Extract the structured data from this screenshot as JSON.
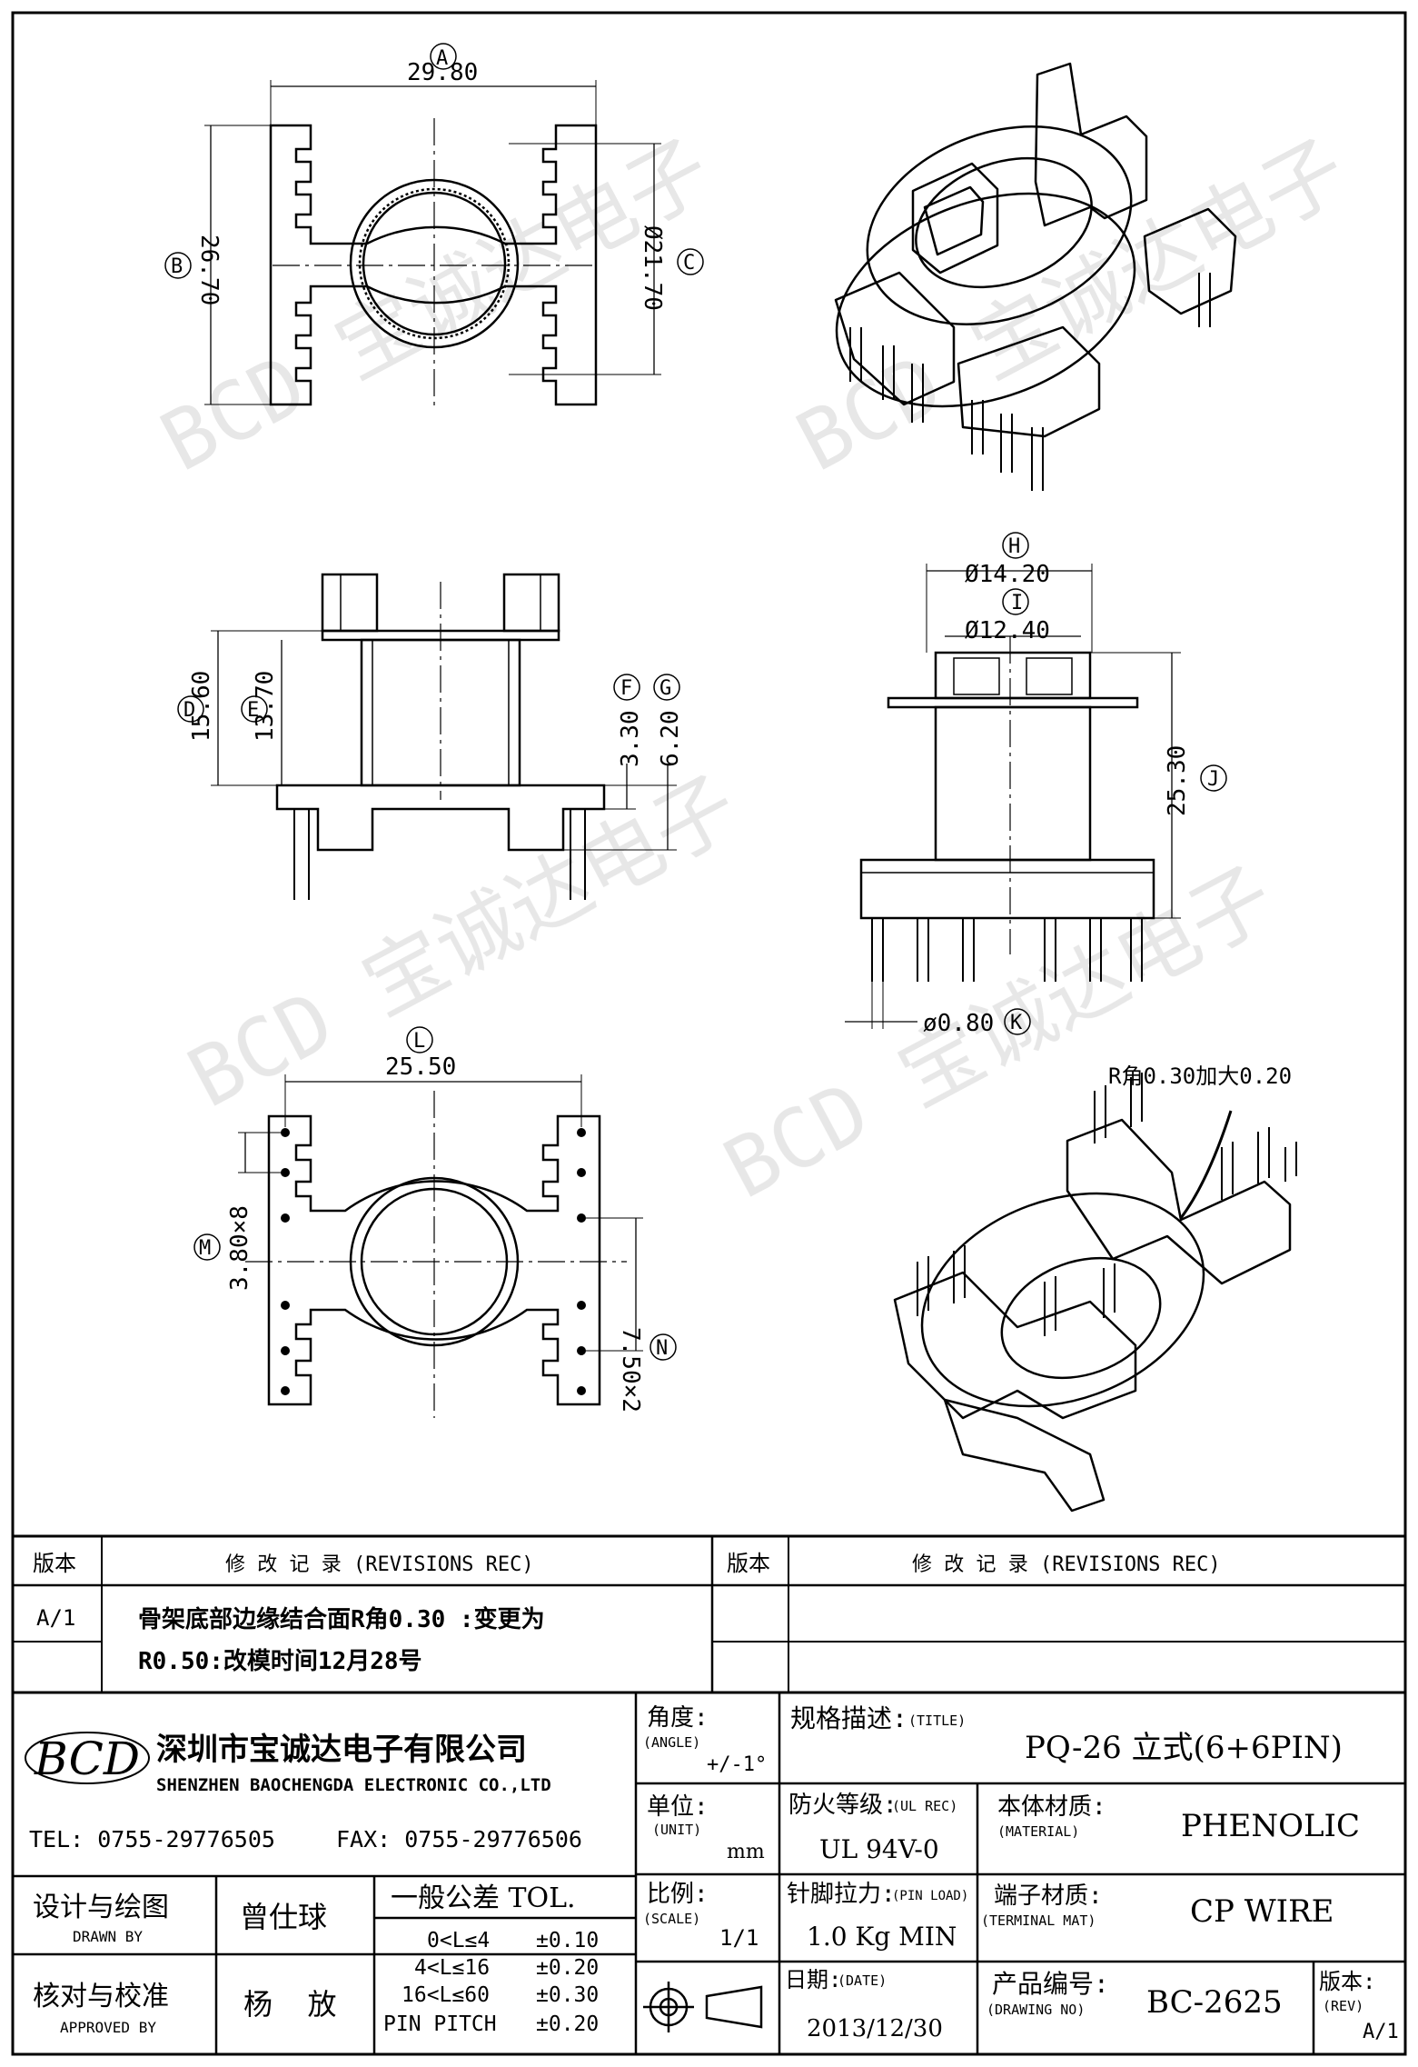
{
  "drawing": {
    "top_view": {
      "width_label": "A",
      "width_value": "29.80",
      "height_label": "B",
      "height_value": "26.70",
      "dia_label": "C",
      "dia_value": "Ø21.70"
    },
    "front_view": {
      "d_label": "D",
      "d_value": "15.60",
      "e_label": "E",
      "e_value": "13.70",
      "f_label": "F",
      "f_value": "3.30",
      "g_label": "G",
      "g_value": "6.20"
    },
    "side_view": {
      "h_label": "H",
      "h_value": "Ø14.20",
      "i_label": "I",
      "i_value": "Ø12.40",
      "j_label": "J",
      "j_value": "25.30",
      "k_label": "K",
      "k_value": "ø0.80"
    },
    "bottom_view": {
      "l_label": "L",
      "l_value": "25.50",
      "m_label": "M",
      "m_value": "3.80×8",
      "n_label": "N",
      "n_value": "7.50×2"
    },
    "iso_note": "R角0.30加大0.20",
    "watermark": "BCD 宝诚达电子"
  },
  "revisions": {
    "col_version": "版本",
    "col_record": "修 改 记 录 (REVISIONS REC)",
    "col_version_2": "版本",
    "col_record_2": "修 改 记 录 (REVISIONS REC)",
    "entry_version": "A/1",
    "entry_text_line1": "骨架底部边缘结合面R角0.30 :变更为",
    "entry_text_line2": "R0.50:改模时间12月28号"
  },
  "company": {
    "logo": "BCD",
    "name_cn": "深圳市宝诚达电子有限公司",
    "name_en": "SHENZHEN BAOCHENGDA ELECTRONIC CO.,LTD",
    "tel": "TEL: 0755-29776505",
    "fax": "FAX: 0755-29776506"
  },
  "title_block": {
    "angle_label": "角度:",
    "angle_label_en": "(ANGLE)",
    "angle_value": "+/-1°",
    "unit_label": "单位:",
    "unit_label_en": "(UNIT)",
    "unit_value": "mm",
    "scale_label": "比例:",
    "scale_label_en": "(SCALE)",
    "scale_value": "1/1",
    "title_label": "规格描述:",
    "title_label_en": "(TITLE)",
    "title_value": "PQ-26 立式(6+6PIN)",
    "ul_label": "防火等级:",
    "ul_label_en": "(UL REC)",
    "ul_value": "UL 94V-0",
    "material_label": "本体材质:",
    "material_label_en": "(MATERIAL)",
    "material_value": "PHENOLIC",
    "pin_load_label": "针脚拉力:",
    "pin_load_label_en": "(PIN LOAD)",
    "pin_load_value": "1.0 Kg MIN",
    "terminal_label": "端子材质:",
    "terminal_label_en": "(TERMINAL MAT)",
    "terminal_value": "CP WIRE",
    "date_label": "日期:",
    "date_label_en": "(DATE)",
    "date_value": "2013/12/30",
    "drawing_no_label": "产品编号:",
    "drawing_no_label_en": "(DRAWING NO)",
    "drawing_no_value": "BC-2625",
    "rev_label": "版本:",
    "rev_label_en": "(REV)",
    "rev_value": "A/1",
    "drawn_label": "设计与绘图",
    "drawn_label_en": "DRAWN BY",
    "drawn_value": "曾仕球",
    "approved_label": "核对与校准",
    "approved_label_en": "APPROVED BY",
    "approved_value": "杨  放",
    "tol_title": "一般公差 TOL.",
    "tol_rows": [
      {
        "range": "0<L≤4",
        "value": "±0.10"
      },
      {
        "range": "4<L≤16",
        "value": "±0.20"
      },
      {
        "range": "16<L≤60",
        "value": "±0.30"
      },
      {
        "range": "PIN PITCH",
        "value": "±0.20"
      }
    ]
  }
}
